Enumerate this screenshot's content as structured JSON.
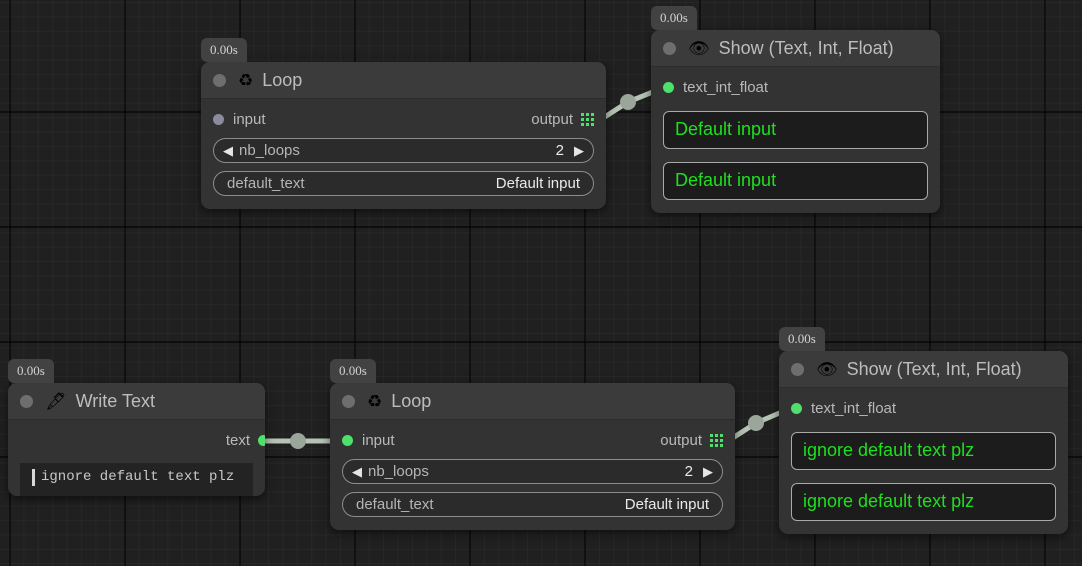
{
  "app": {
    "canvas_background": "#202020",
    "accent_green": "#4ee06a",
    "value_green": "#1ee01e"
  },
  "nodes": [
    {
      "id": "loop-top",
      "time_badge": "0.00s",
      "icon": "recycle-icon",
      "icon_glyph": "♻",
      "title": "Loop",
      "input_socket": {
        "label": "input",
        "state": "unconnected",
        "color": "#8b8b9e"
      },
      "output_socket": {
        "label": "output",
        "type": "list",
        "color": "#4ee06a"
      },
      "widgets": [
        {
          "type": "stepper",
          "name": "nb_loops",
          "value": "2",
          "left_arrow": "◀",
          "right_arrow": "▶"
        },
        {
          "type": "field",
          "name": "default_text",
          "value": "Default input"
        }
      ]
    },
    {
      "id": "show-top",
      "time_badge": "0.00s",
      "icon": "eye-icon",
      "icon_glyph": "👁",
      "title": "Show (Text, Int, Float)",
      "input_socket": {
        "label": "text_int_float",
        "state": "connected",
        "color": "#4ee06a"
      },
      "outputs": [
        "Default input",
        "Default input"
      ]
    },
    {
      "id": "write-text",
      "time_badge": "0.00s",
      "icon": "pen-nib-icon",
      "icon_glyph": "🖋",
      "title": "Write Text",
      "output_socket": {
        "label": "text",
        "state": "connected",
        "color": "#4ee06a"
      },
      "textarea_value": "ignore default text plz"
    },
    {
      "id": "loop-bottom",
      "time_badge": "0.00s",
      "icon": "recycle-icon",
      "icon_glyph": "♻",
      "title": "Loop",
      "input_socket": {
        "label": "input",
        "state": "connected",
        "color": "#4ee06a"
      },
      "output_socket": {
        "label": "output",
        "type": "list",
        "color": "#4ee06a"
      },
      "widgets": [
        {
          "type": "stepper",
          "name": "nb_loops",
          "value": "2",
          "left_arrow": "◀",
          "right_arrow": "▶"
        },
        {
          "type": "field",
          "name": "default_text",
          "value": "Default input"
        }
      ]
    },
    {
      "id": "show-bottom",
      "time_badge": "0.00s",
      "icon": "eye-icon",
      "icon_glyph": "👁",
      "title": "Show (Text, Int, Float)",
      "input_socket": {
        "label": "text_int_float",
        "state": "connected",
        "color": "#4ee06a"
      },
      "outputs": [
        "ignore default text plz",
        "ignore default text plz"
      ]
    }
  ],
  "edges": [
    {
      "from": "loop-top.output",
      "to": "show-top.text_int_float"
    },
    {
      "from": "write-text.text",
      "to": "loop-bottom.input"
    },
    {
      "from": "loop-bottom.output",
      "to": "show-bottom.text_int_float"
    }
  ]
}
